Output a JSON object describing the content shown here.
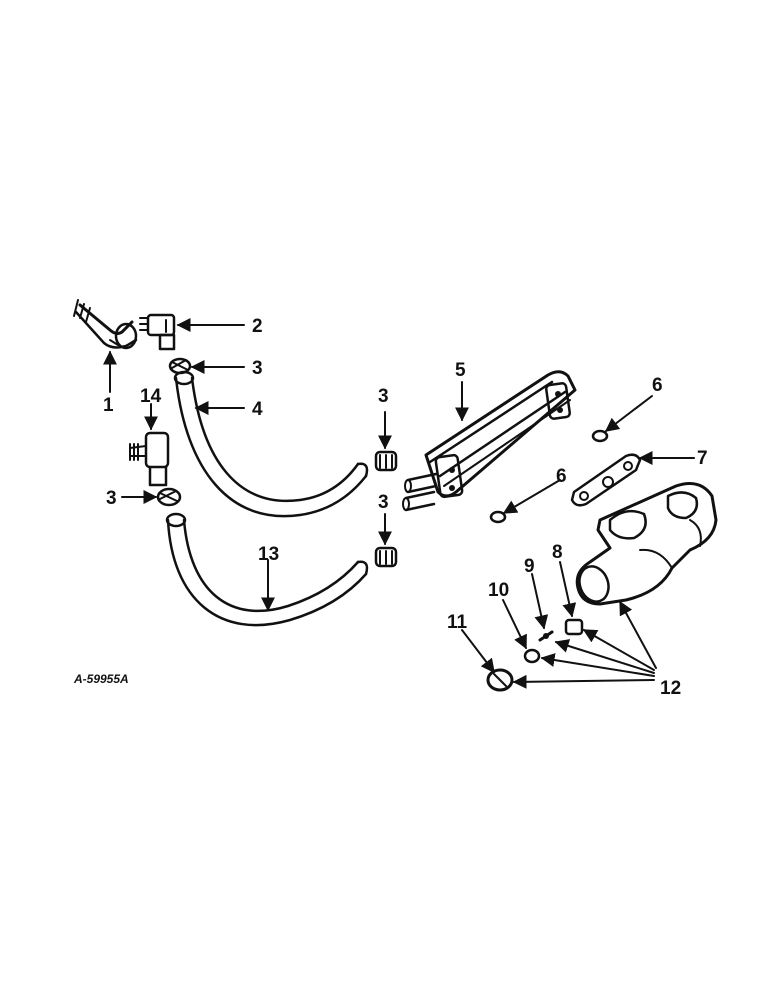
{
  "figure": {
    "reference_code": "A-59955A",
    "callouts": [
      "1",
      "2",
      "3",
      "4",
      "5",
      "6",
      "7",
      "8",
      "9",
      "10",
      "11",
      "12",
      "13",
      "14"
    ]
  },
  "labels": {
    "c1": "1",
    "c2": "2",
    "c3a": "3",
    "c3b": "3",
    "c3c": "3",
    "c3d": "3",
    "c4": "4",
    "c5": "5",
    "c6a": "6",
    "c6b": "6",
    "c7": "7",
    "c8": "8",
    "c9": "9",
    "c10": "10",
    "c11": "11",
    "c12": "12",
    "c13": "13",
    "c14": "14"
  }
}
